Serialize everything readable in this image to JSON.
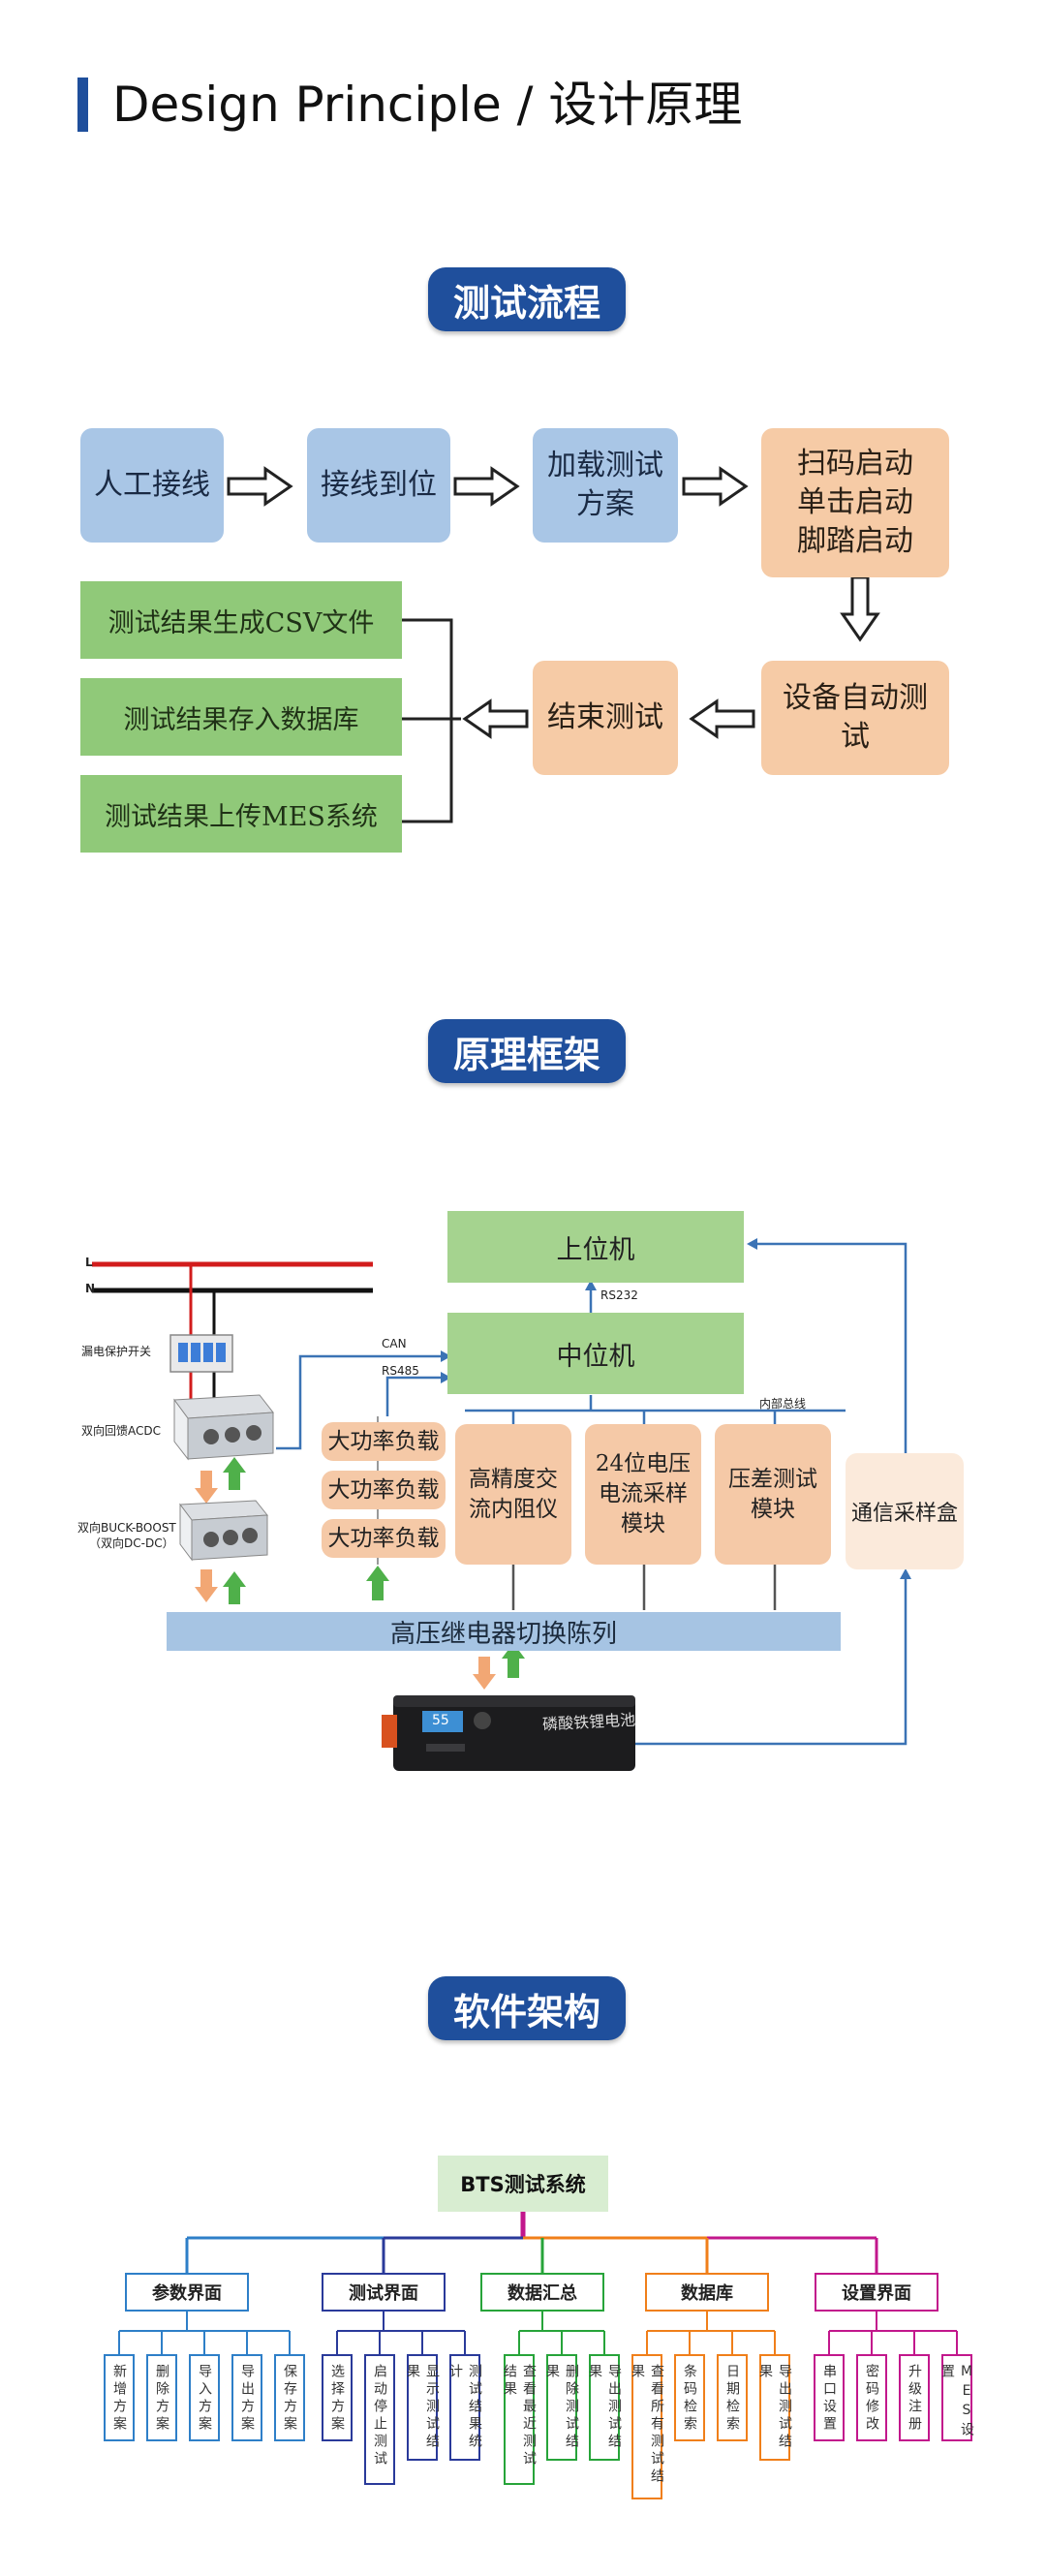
{
  "header": {
    "title": "Design Principle / 设计原理"
  },
  "section1": {
    "pill": "测试流程",
    "row1": [
      "人工接线",
      "接线到位",
      "加载测试方案",
      "扫码启动\n单击启动\n脚踏启动"
    ],
    "row2": [
      "设备自动测试",
      "结束测试"
    ],
    "results": [
      "测试结果生成CSV文件",
      "测试结果存入数据库",
      "测试结果上传MES系统"
    ]
  },
  "section2": {
    "pill": "原理框架",
    "upper": "上位机",
    "middle": "中位机",
    "rs232": "RS232",
    "can": "CAN",
    "rs485": "RS485",
    "inner_bus": "内部总线",
    "loads": [
      "大功率负载",
      "大功率负载",
      "大功率负载"
    ],
    "modules": [
      "高精度交流内阻仪",
      "24位电压电流采样模块",
      "压差测试模块"
    ],
    "comm_box": "通信采样盒",
    "relay_bar": "高压继电器切换陈列",
    "line_l": "L",
    "line_n": "N",
    "breaker": "漏电保护开关",
    "acdc": "双向回馈ACDC",
    "buck": "双向BUCK-BOOST",
    "buck_sub": "（双向DC-DC）",
    "battery_label": "磷酸铁锂电池",
    "battery_display": "55"
  },
  "section3": {
    "pill": "软件架构",
    "root": "BTS测试系统",
    "groups": [
      {
        "title": "参数界面",
        "color": "#2e7fc8",
        "leaves": [
          "新增方案",
          "删除方案",
          "导入方案",
          "导出方案",
          "保存方案"
        ]
      },
      {
        "title": "测试界面",
        "color": "#2a3a9a",
        "leaves": [
          "选择方案",
          "启动停止测试",
          "显示测试结果",
          "测试结果统计"
        ]
      },
      {
        "title": "数据汇总",
        "color": "#27a43a",
        "leaves": [
          "查看最近测试结果",
          "删除测试结果",
          "导出测试结果"
        ]
      },
      {
        "title": "数据库",
        "color": "#f07f1a",
        "leaves": [
          "查看所有测试结果",
          "条码检索",
          "日期检索",
          "导出测试结果"
        ]
      },
      {
        "title": "设置界面",
        "color": "#c2178c",
        "leaves": [
          "串口设置",
          "密码修改",
          "升级注册",
          "MES设置"
        ]
      }
    ]
  }
}
